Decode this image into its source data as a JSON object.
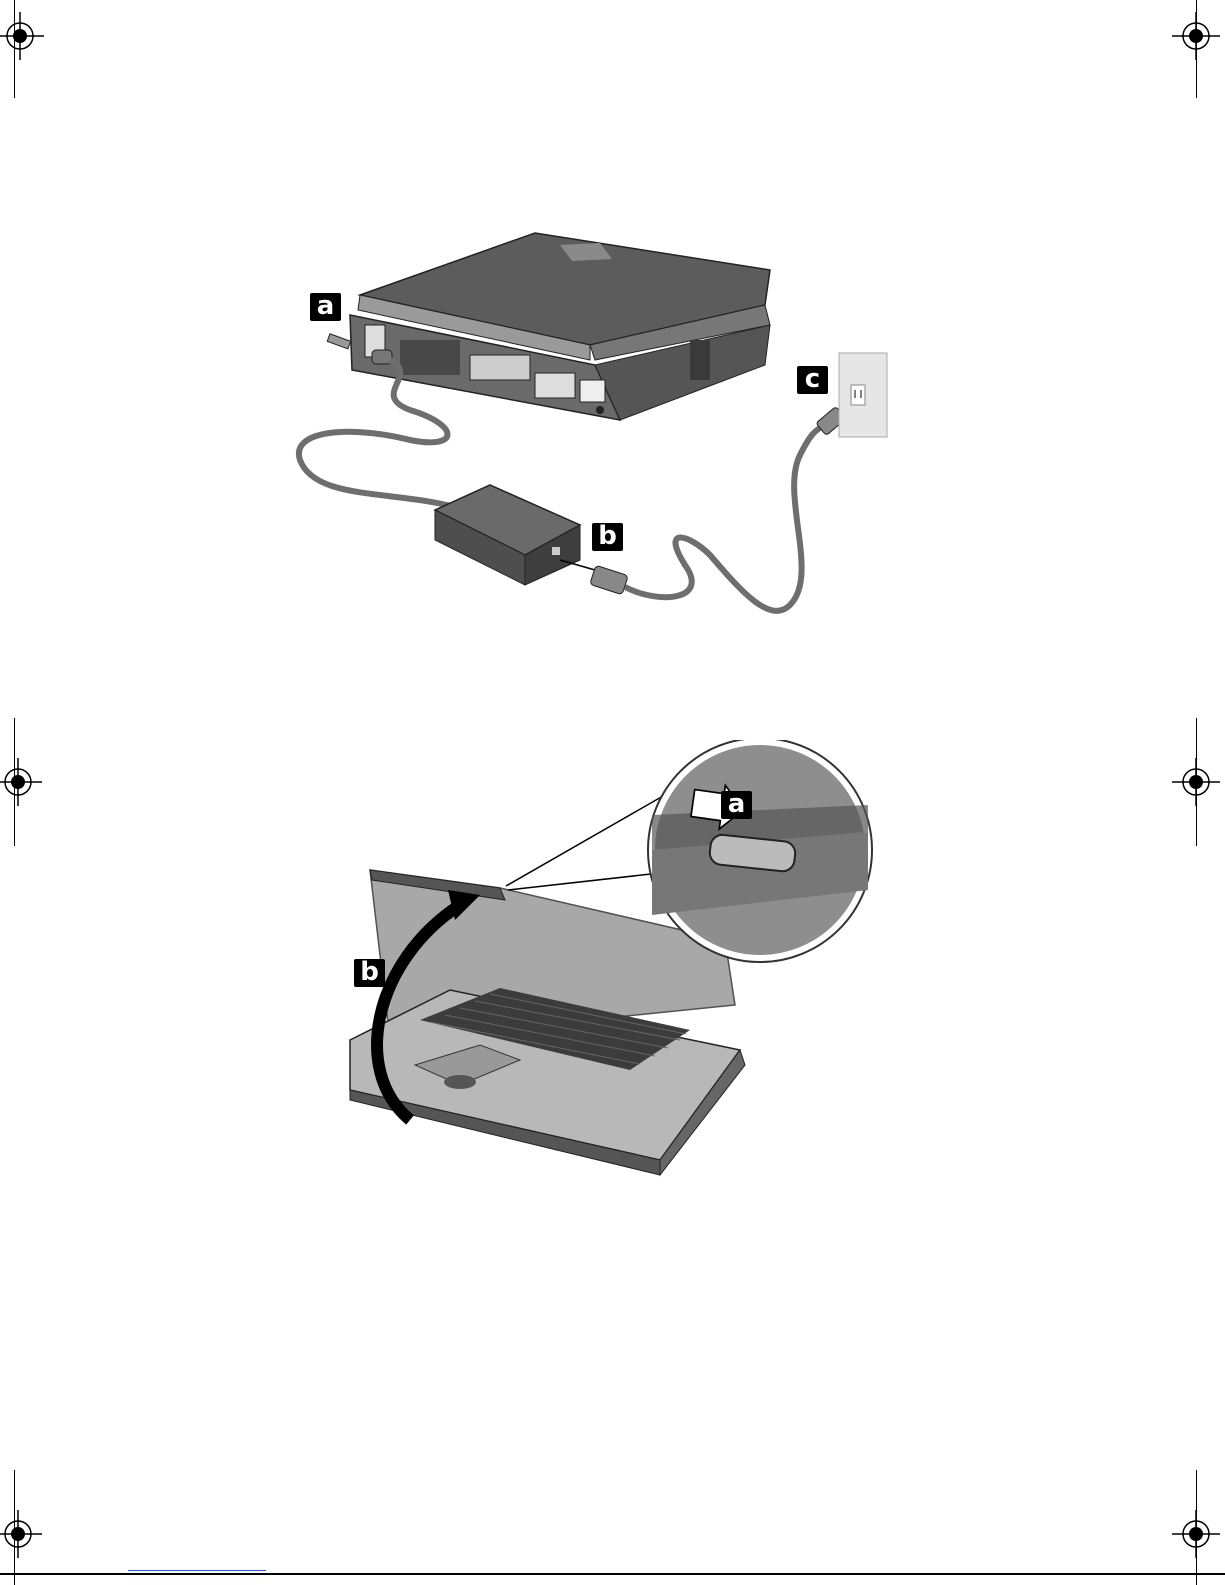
{
  "figure1": {
    "callouts": {
      "a": "a",
      "b": "b",
      "c": "c"
    }
  },
  "figure2": {
    "callouts": {
      "a": "a",
      "b": "b"
    }
  },
  "colors": {
    "laptop_dark": "#585858",
    "laptop_mid": "#7a7a7a",
    "laptop_light": "#c8c8c8",
    "cable": "#6e6e6e",
    "outlet": "#e6e6e6",
    "link_rule": "#3b4fd1"
  },
  "icons": {
    "registration_marks": "crosshair-target-icon",
    "callout_badge": "letter-badge-icon"
  }
}
